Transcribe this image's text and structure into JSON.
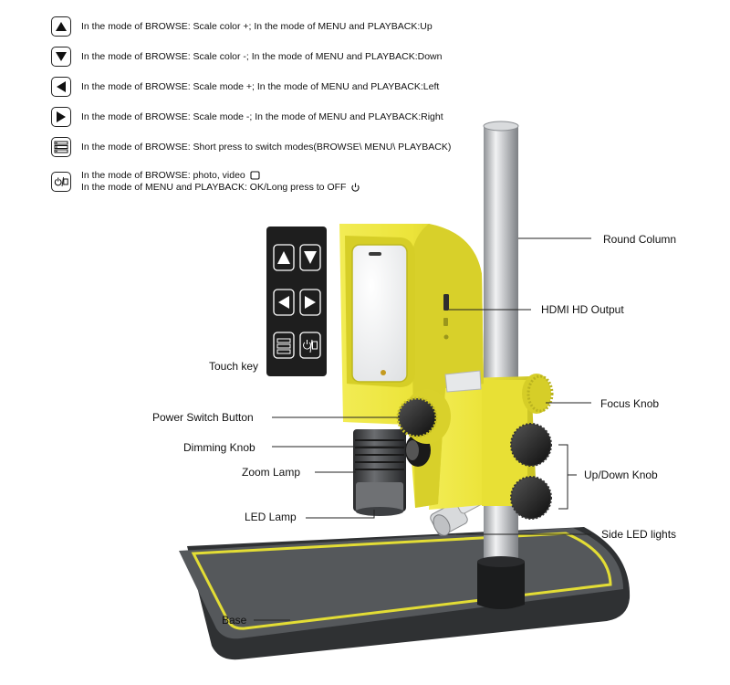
{
  "legend": [
    {
      "icon": "up-arrow-icon",
      "text": "In the mode of BROWSE: Scale color +; In the mode of MENU and PLAYBACK:Up"
    },
    {
      "icon": "down-arrow-icon",
      "text": "In the mode of BROWSE: Scale color -; In the mode of MENU and PLAYBACK:Down"
    },
    {
      "icon": "left-arrow-icon",
      "text": "In the mode of BROWSE: Scale mode +; In the mode of MENU and PLAYBACK:Left"
    },
    {
      "icon": "right-arrow-icon",
      "text": "In the mode of BROWSE: Scale mode -; In the mode of MENU and PLAYBACK:Right"
    },
    {
      "icon": "menu-list-icon",
      "text": "In the mode of BROWSE: Short press to switch modes(BROWSE\\ MENU\\ PLAYBACK)"
    },
    {
      "icon": "power-capture-icon",
      "text": "In the mode of BROWSE: photo, video",
      "text2": "In the mode of MENU and PLAYBACK: OK/Long press to OFF"
    }
  ],
  "callouts": {
    "round_column": "Round Column",
    "hdmi": "HDMI HD Output",
    "touch_key": "Touch key",
    "focus_knob": "Focus Knob",
    "power_switch": "Power Switch Button",
    "dimming_knob": "Dimming Knob",
    "zoom_lamp": "Zoom Lamp",
    "up_down_knob": "Up/Down Knob",
    "led_lamp": "LED Lamp",
    "side_led": "Side LED lights",
    "base": "Base"
  },
  "colors": {
    "body_yellow": "#ece43a",
    "body_yellow_dark": "#c9c224",
    "base_gray": "#4a4c4f",
    "base_stripe": "#e3dd35",
    "keypad_black": "#1e1e1e",
    "column_silver": "#c9cbce"
  }
}
